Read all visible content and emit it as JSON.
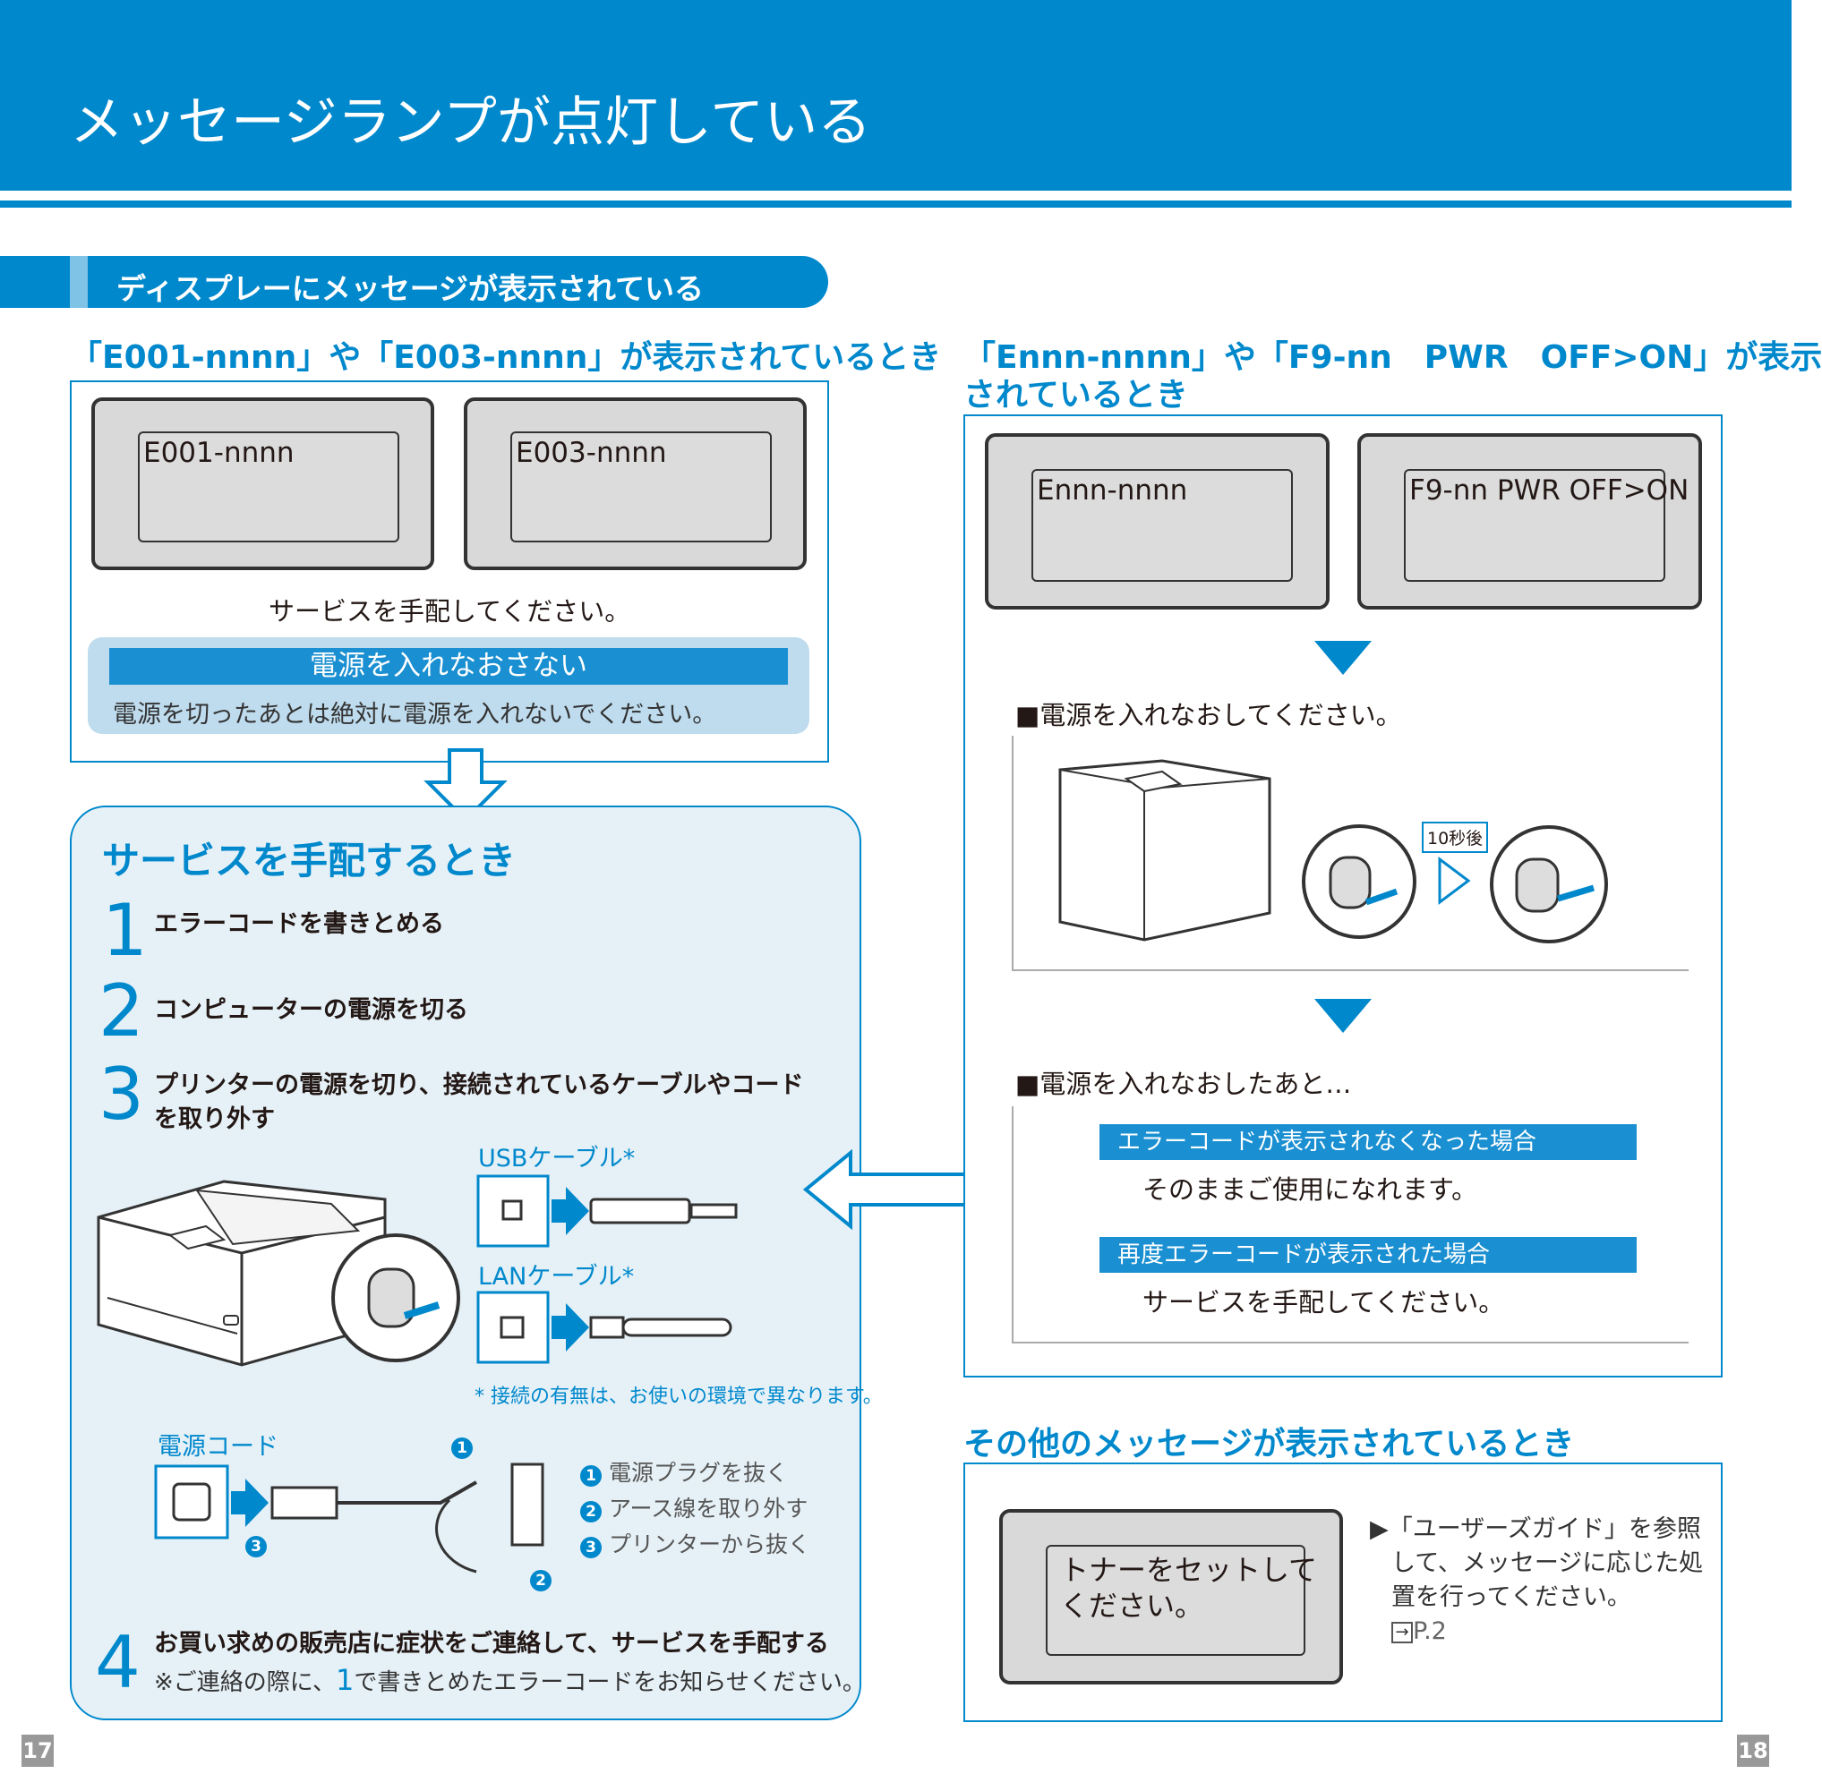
{
  "header": {
    "title": "メッセージランプが点灯している"
  },
  "section_tab": {
    "label": "ディスプレーにメッセージが表示されている"
  },
  "left_block": {
    "heading": "「E001-nnnn」や「E003-nnnn」が表示されているとき",
    "displays": [
      "E001-nnnn",
      "E003-nnnn"
    ],
    "instruction": "サービスを手配してください。",
    "warning_title": "電源を入れなおさない",
    "warning_text": "電源を切ったあとは絶対に電源を入れないでください。"
  },
  "service": {
    "title": "サービスを手配するとき",
    "steps": [
      {
        "num": "1",
        "text": "エラーコードを書きとめる"
      },
      {
        "num": "2",
        "text": "コンピューターの電源を切る"
      },
      {
        "num": "3",
        "text": "プリンターの電源を切り、接続されているケーブルやコード",
        "text2": "を取り外す"
      },
      {
        "num": "4",
        "text": "お買い求めの販売店に症状をご連絡して、サービスを手配する"
      }
    ],
    "usb_label": "USBケーブル*",
    "lan_label": "LANケーブル*",
    "footnote": "* 接続の有無は、お使いの環境で異なります。",
    "power_cord_label": "電源コード",
    "markers": [
      "1",
      "2",
      "3"
    ],
    "unplug_steps": [
      "電源プラグを抜く",
      "アース線を取り外す",
      "プリンターから抜く"
    ],
    "step4_note_prefix": "※ご連絡の際に、",
    "step4_note_num": "1",
    "step4_note_suffix": "で書きとめたエラーコードをお知らせください。"
  },
  "right_block": {
    "heading_line1": "「Ennn-nnnn」や「F9-nn　PWR　OFF>ON」が表示",
    "heading_line2": "されているとき",
    "displays": [
      "Ennn-nnnn",
      "F9-nn PWR OFF>ON"
    ],
    "restart_label": "■電源を入れなおしてください。",
    "wait_label": "10秒後",
    "after_label": "■電源を入れなおしたあと…",
    "case1_title": "エラーコードが表示されなくなった場合",
    "case1_text": "そのままご使用になれます。",
    "case2_title": "再度エラーコードが表示された場合",
    "case2_text": "サービスを手配してください。"
  },
  "other_block": {
    "heading": "その他のメッセージが表示されているとき",
    "display_line1": "トナーをセットして",
    "display_line2": "ください。",
    "ref_line1": "▶「ユーザーズガイド」を参照",
    "ref_line2": "して、メッセージに応じた処",
    "ref_line3": "置を行ってください。",
    "ref_page": "P.2"
  },
  "page_numbers": {
    "left": "17",
    "right": "18"
  },
  "colors": {
    "brand": "#0088cc",
    "light": "#bfdcee",
    "panel": "#e6f1f7"
  }
}
